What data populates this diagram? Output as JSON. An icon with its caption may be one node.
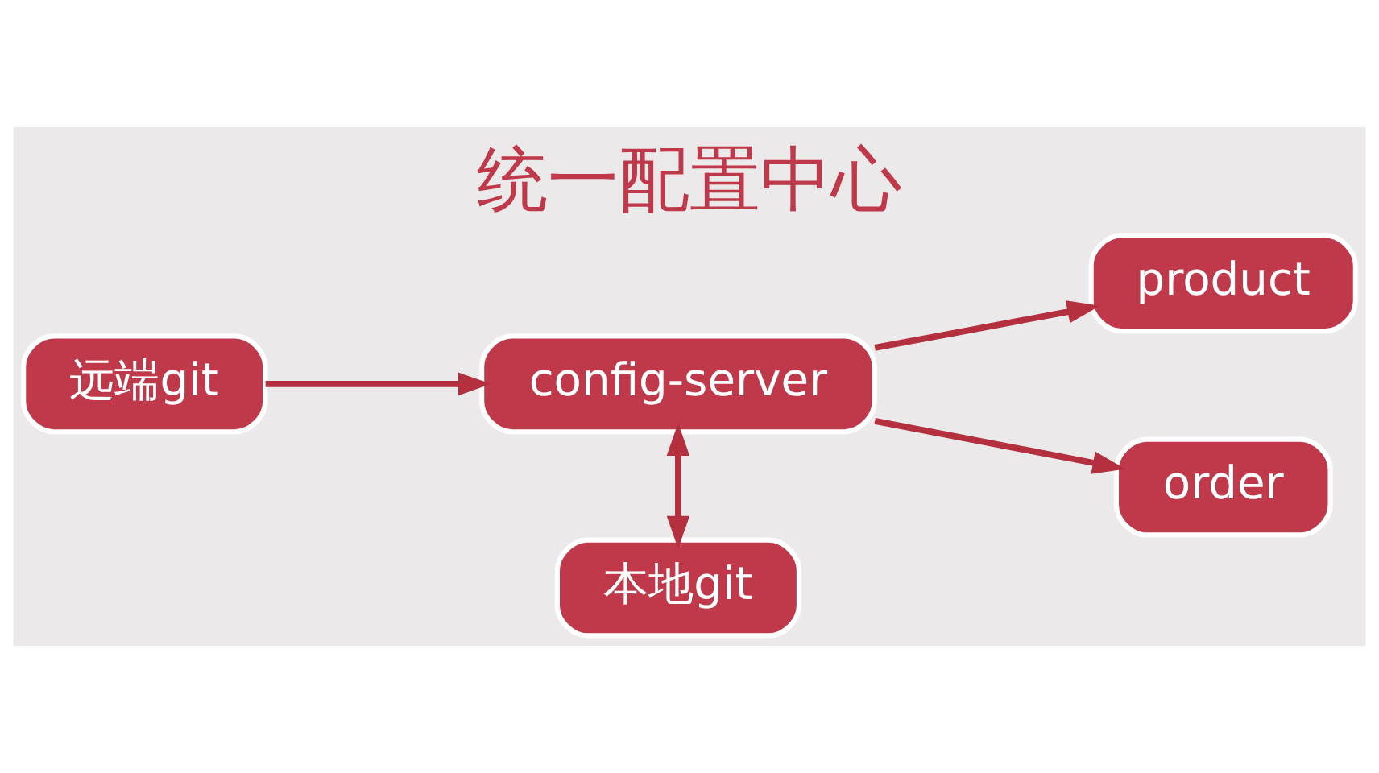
{
  "diagram": {
    "title": "统一配置中心",
    "nodes": [
      {
        "text": [
          "远端git"
        ]
      },
      {
        "text": [
          "config-server"
        ]
      },
      {
        "text": [
          "product"
        ]
      },
      {
        "text": [
          "order"
        ]
      },
      {
        "text": [
          "本地git"
        ]
      }
    ],
    "edges": [
      {
        "from": 0,
        "to": 1,
        "arrow": "to"
      },
      {
        "from": 1,
        "to": 2,
        "arrow": "to"
      },
      {
        "from": 1,
        "to": 3,
        "arrow": "to"
      },
      {
        "from": 1,
        "to": 4,
        "arrow": "both"
      }
    ]
  }
}
